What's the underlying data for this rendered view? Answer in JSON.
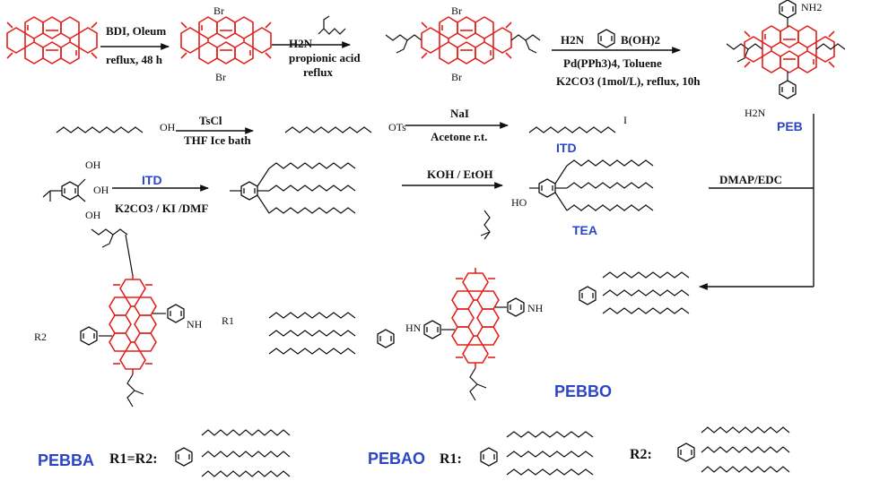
{
  "colors": {
    "core": "#e3211c",
    "bond": "#111111",
    "label": "#2b45c6"
  },
  "row1": {
    "step1": {
      "reagent": "BDI, Oleum",
      "condition": "reflux, 48 h"
    },
    "dibromo_atoms": [
      "Br",
      "Br"
    ],
    "step2": {
      "reagent": "H2N",
      "condition_a": "propionic acid",
      "condition_b": "reflux"
    },
    "step3": {
      "reagent_left": "H2N",
      "reagent_right": "B(OH)2",
      "catalyst": "Pd(PPh3)4, Toluene",
      "base": "K2CO3 (1mol/L), reflux, 10h"
    },
    "peb_amines": [
      "NH2",
      "H2N"
    ],
    "peb_label": "PEB"
  },
  "row2": {
    "alcohol_end": "OH",
    "step_tscl": {
      "reagent": "TsCl",
      "condition": "THF  Ice bath"
    },
    "tosylate_end": "OTs",
    "step_nai": {
      "reagent": "NaI",
      "condition": "Acetone  r.t."
    },
    "iodide_end": "I",
    "itd_label": "ITD"
  },
  "row3": {
    "gallate_atoms": [
      "OH",
      "OH",
      "OH"
    ],
    "step_itd": {
      "reagent": "ITD",
      "condition": "K2CO3 / KI /DMF"
    },
    "step_koh": {
      "reagent": "KOH / EtOH"
    },
    "acid_end": "HO",
    "tea_label": "TEA",
    "step_coupling": {
      "reagent": "DMAP/EDC"
    }
  },
  "products": {
    "generic_substituents": [
      "R1",
      "R2"
    ],
    "amide_nh": [
      "NH",
      "HN"
    ],
    "pebbo_label": "PEBBO",
    "pebba_label": "PEBBA",
    "pebba_def": "R1=R2:",
    "pebao_label": "PEBAO",
    "pebao_r1": "R1:",
    "pebao_r2": "R2:"
  }
}
